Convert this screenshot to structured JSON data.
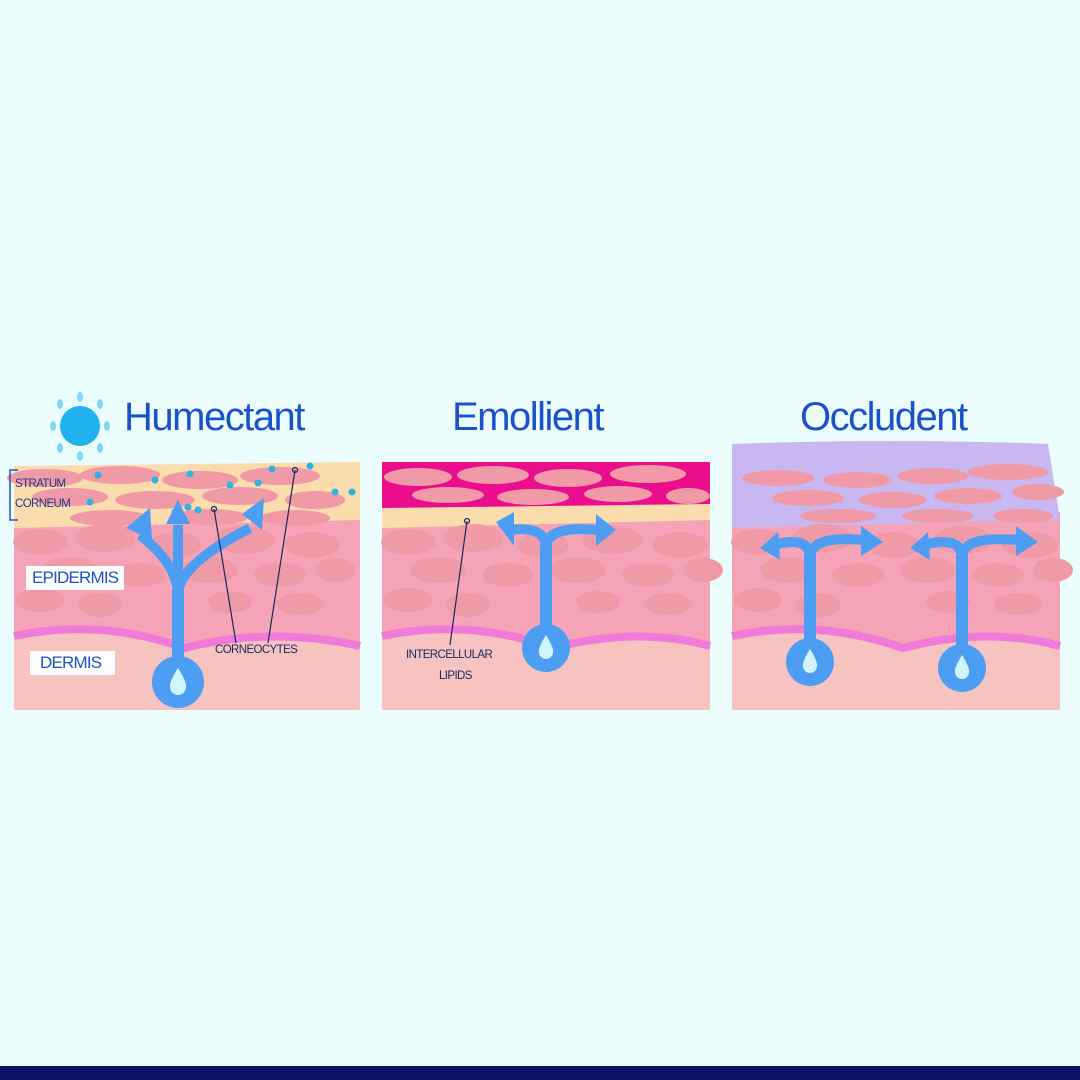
{
  "panels": [
    {
      "title": "Humectant"
    },
    {
      "title": "Emollient"
    },
    {
      "title": "Occludent"
    }
  ],
  "layers": {
    "stratum_corneum_line1": "STRATUM",
    "stratum_corneum_line2": "CORNEUM",
    "epidermis": "EPIDERMIS",
    "dermis": "DERMIS"
  },
  "annotations": {
    "corneocytes": "CORNEOCYTES",
    "intercellular_line1": "INTERCELLULAR",
    "intercellular_line2": "LIPIDS"
  },
  "icons": [
    "sun-water-icon",
    "water-drop-icon",
    "moisture-arrow-icon"
  ],
  "colors": {
    "background": "#ebfdfd",
    "title": "#1c52c9",
    "dermis": "#f6c3c1",
    "epidermis": "#f5a3b6",
    "cell": "#f19aa7",
    "lipid": "#fbdcad",
    "membrane": "#f07ad8",
    "water": "#4d9ef2",
    "emollient_layer": "#ea0d8d",
    "occlusive_layer": "#c8b7f0",
    "bottom_bar": "#0a1366"
  }
}
